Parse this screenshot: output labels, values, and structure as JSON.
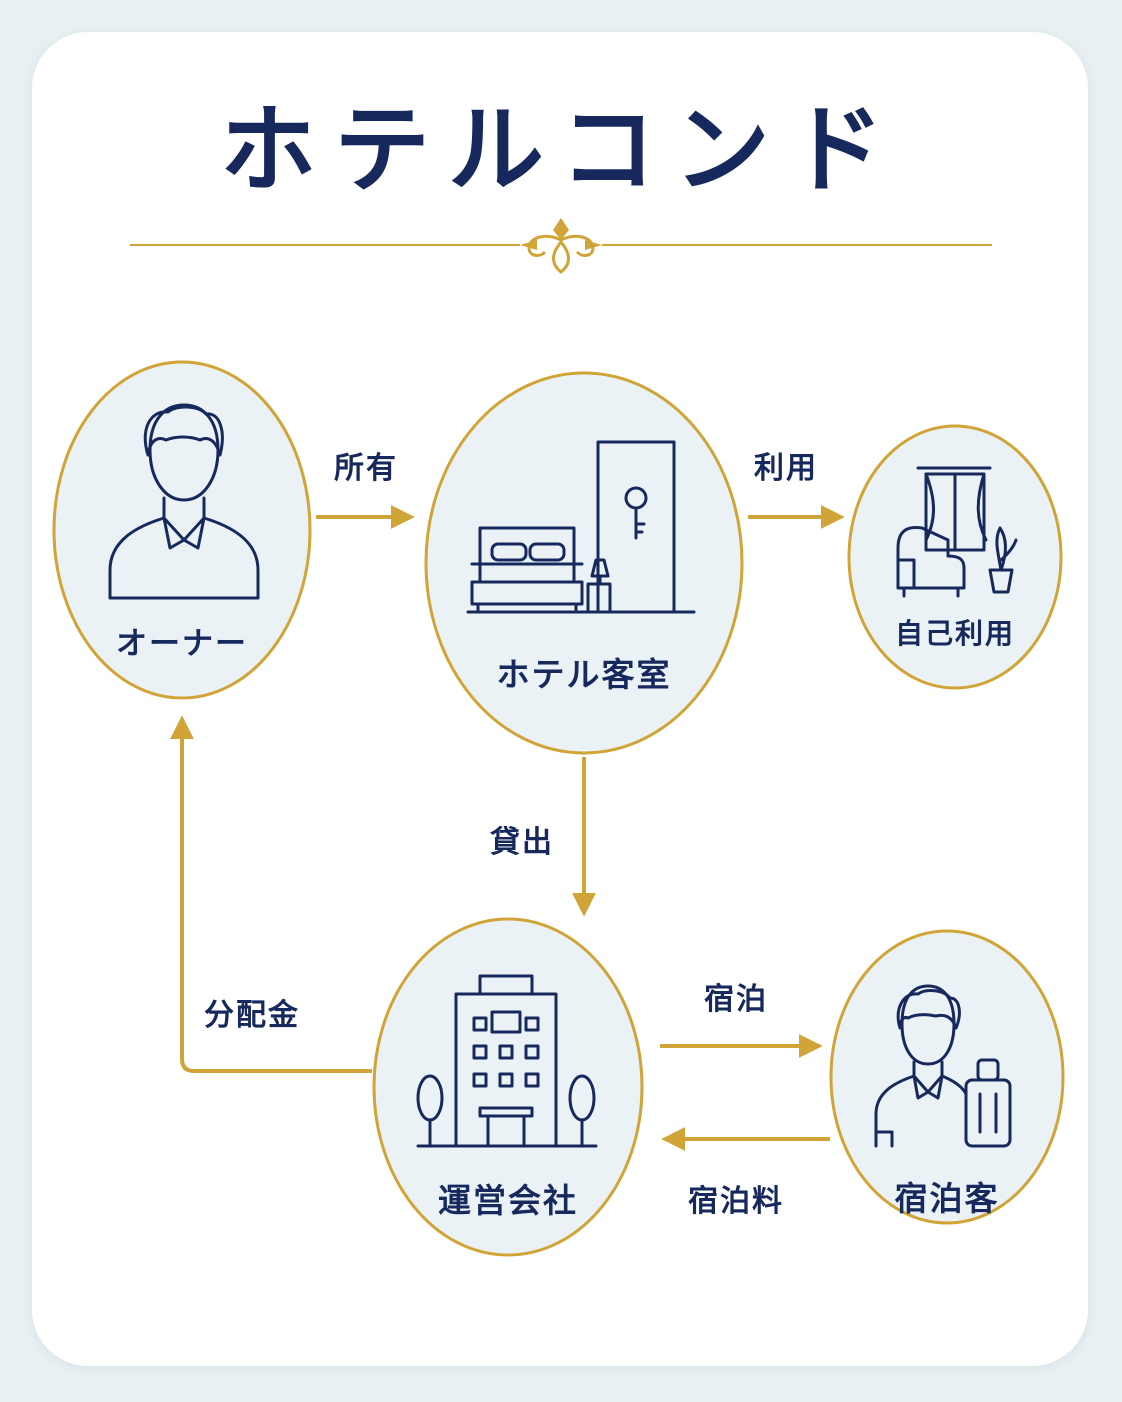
{
  "title": "ホテルコンド",
  "colors": {
    "navy": "#17295c",
    "gold": "#d1a437",
    "circle_fill": "#eaf2f6",
    "background": "#e8f0f3"
  },
  "nodes": {
    "owner": {
      "label": "オーナー",
      "icon": "person-icon"
    },
    "room": {
      "label": "ホテル客室",
      "icon": "hotel-room-icon"
    },
    "self_use": {
      "label": "自己利用",
      "icon": "armchair-icon"
    },
    "operator": {
      "label": "運営会社",
      "icon": "hotel-building-icon"
    },
    "guest": {
      "label": "宿泊客",
      "icon": "guest-with-suitcase-icon"
    }
  },
  "edges": {
    "own": "所有",
    "use": "利用",
    "lend": "貸出",
    "dividend": "分配金",
    "stay": "宿泊",
    "stay_fee": "宿泊料"
  }
}
